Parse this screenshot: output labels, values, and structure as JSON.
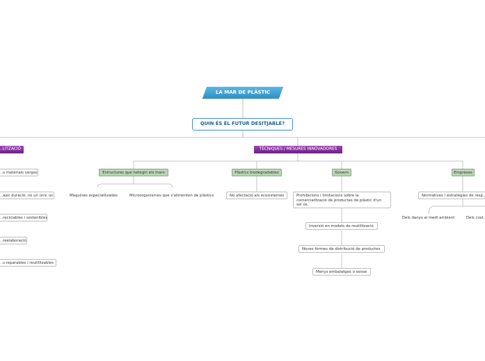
{
  "title": "LA MAR DE PLÀSTIC",
  "question": "QUIN ÉS EL FUTUR DESITJABLE?",
  "branches": {
    "left": "...LITZACIÓ",
    "right": "TÈCNIQUES / MESURES INNOVADORES"
  },
  "left_items": [
    "...s materials verges",
    "...ajor duració, no un únic ús",
    "...reciclables i sostenibles",
    "...reelaboració",
    "...s reparables i reutilitzables"
  ],
  "categories": {
    "structures": "Estructures que netegin els mars",
    "bioplastics": "Plàstics biodegradables",
    "government": "Govern",
    "companies": "Empreses"
  },
  "structures_items": [
    "Màquines especialitzades",
    "Microorganismes que s'alimenten de plàstics"
  ],
  "bioplastics_items": [
    "No afectació als ecosistemes"
  ],
  "government_items": [
    "Prohibicions i limitacions sobre la comercialització de productes de plàstic d'un sol ús.",
    "Inversió en models de reutilització",
    "Noves formes de distribució de productes",
    "Menys embalatges o sense"
  ],
  "companies_items": [
    "Normatives i estratègies de resp..."
  ],
  "companies_sub": [
    "Dels danys al medi ambient",
    "Dels cost..."
  ],
  "colors": {
    "title_blue": "#2d8fc4",
    "question_border": "#3b8fd6",
    "branch_purple": "#7a2b92",
    "category_green": "#b9d5b5",
    "line_gray": "#b0b0b0"
  }
}
